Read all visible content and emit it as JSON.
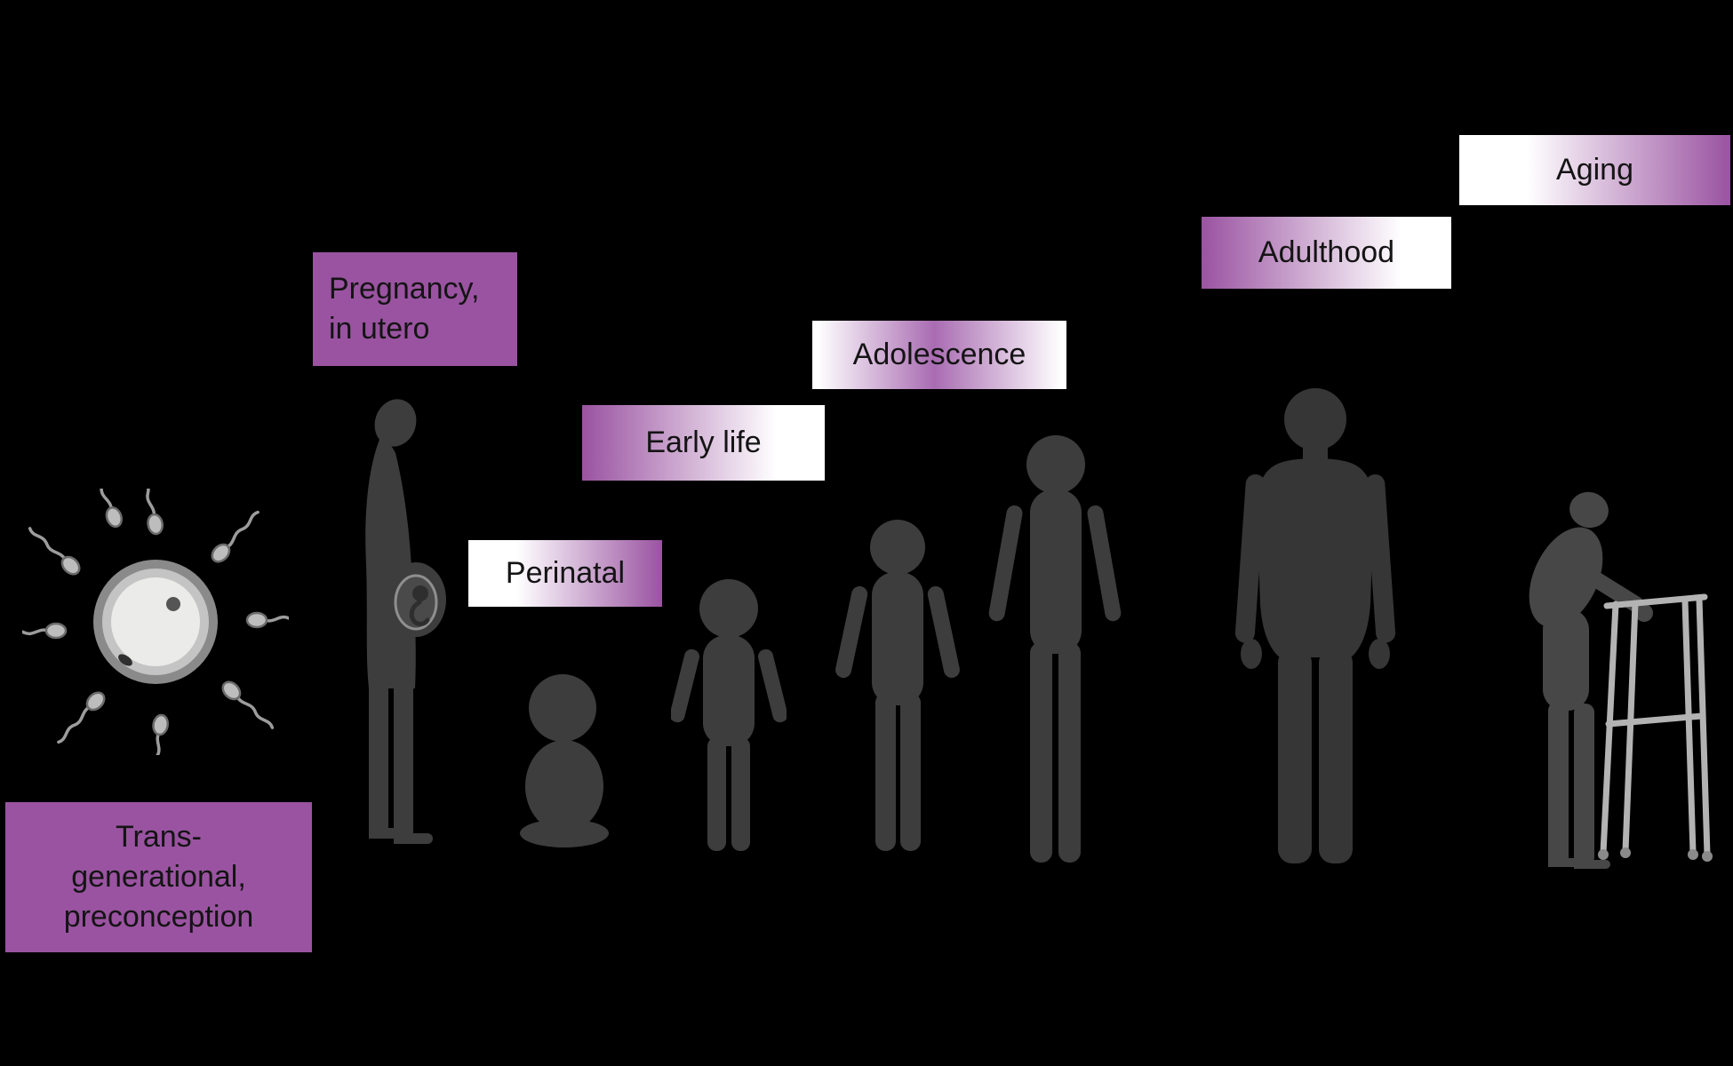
{
  "colors": {
    "background": "#000000",
    "label_purple": "#9a53a1",
    "label_purple_soft": "#a96cb2",
    "label_text": "#141414",
    "silhouette": "#3d3d3d",
    "silhouette_dark": "#363636",
    "silhouette_light": "#474747",
    "walker_gray": "#b3b3b3"
  },
  "stages": [
    {
      "name": "transgenerational-preconception",
      "label": "Trans-\ngenerational,\npreconception"
    },
    {
      "name": "pregnancy-in-utero",
      "label": "Pregnancy,\nin utero"
    },
    {
      "name": "perinatal",
      "label": "Perinatal"
    },
    {
      "name": "early-life",
      "label": "Early life"
    },
    {
      "name": "adolescence",
      "label": "Adolescence"
    },
    {
      "name": "adulthood",
      "label": "Adulthood"
    },
    {
      "name": "aging",
      "label": "Aging"
    }
  ],
  "icons": [
    "fertilized-egg-with-sperm-icon",
    "pregnant-woman-silhouette-icon",
    "infant-silhouette-icon",
    "toddler-silhouette-icon",
    "child-silhouette-icon",
    "adolescent-silhouette-icon",
    "adult-silhouette-icon",
    "elderly-person-with-walker-silhouette-icon"
  ]
}
